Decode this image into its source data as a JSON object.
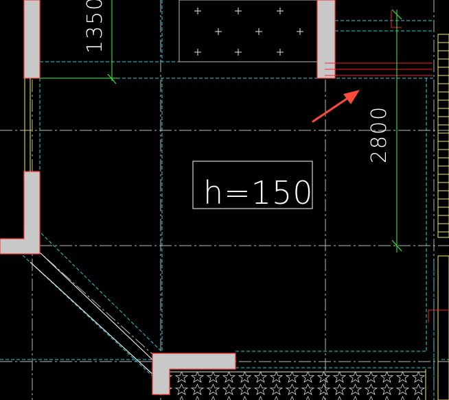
{
  "drawing": {
    "dimension_top": "1350",
    "dimension_right": "2800",
    "elevation_label": "h=150"
  },
  "colors": {
    "background": "#000000",
    "wall_fill": "#c8c8c8",
    "wall_outline": "#ff3b3b",
    "dashed_line": "#1fd3e0",
    "centerline": "#bdbdbd",
    "dimension_line": "#39ff39",
    "text": "#ffffff",
    "yellow_line": "#f2f24d",
    "red_line": "#ff2020",
    "arrow": "#ff4a3a"
  },
  "icons": {
    "callout": "red-arrow-icon",
    "hatch_top": "plus-hatch-pattern",
    "hatch_bottom": "star-hatch-pattern"
  }
}
